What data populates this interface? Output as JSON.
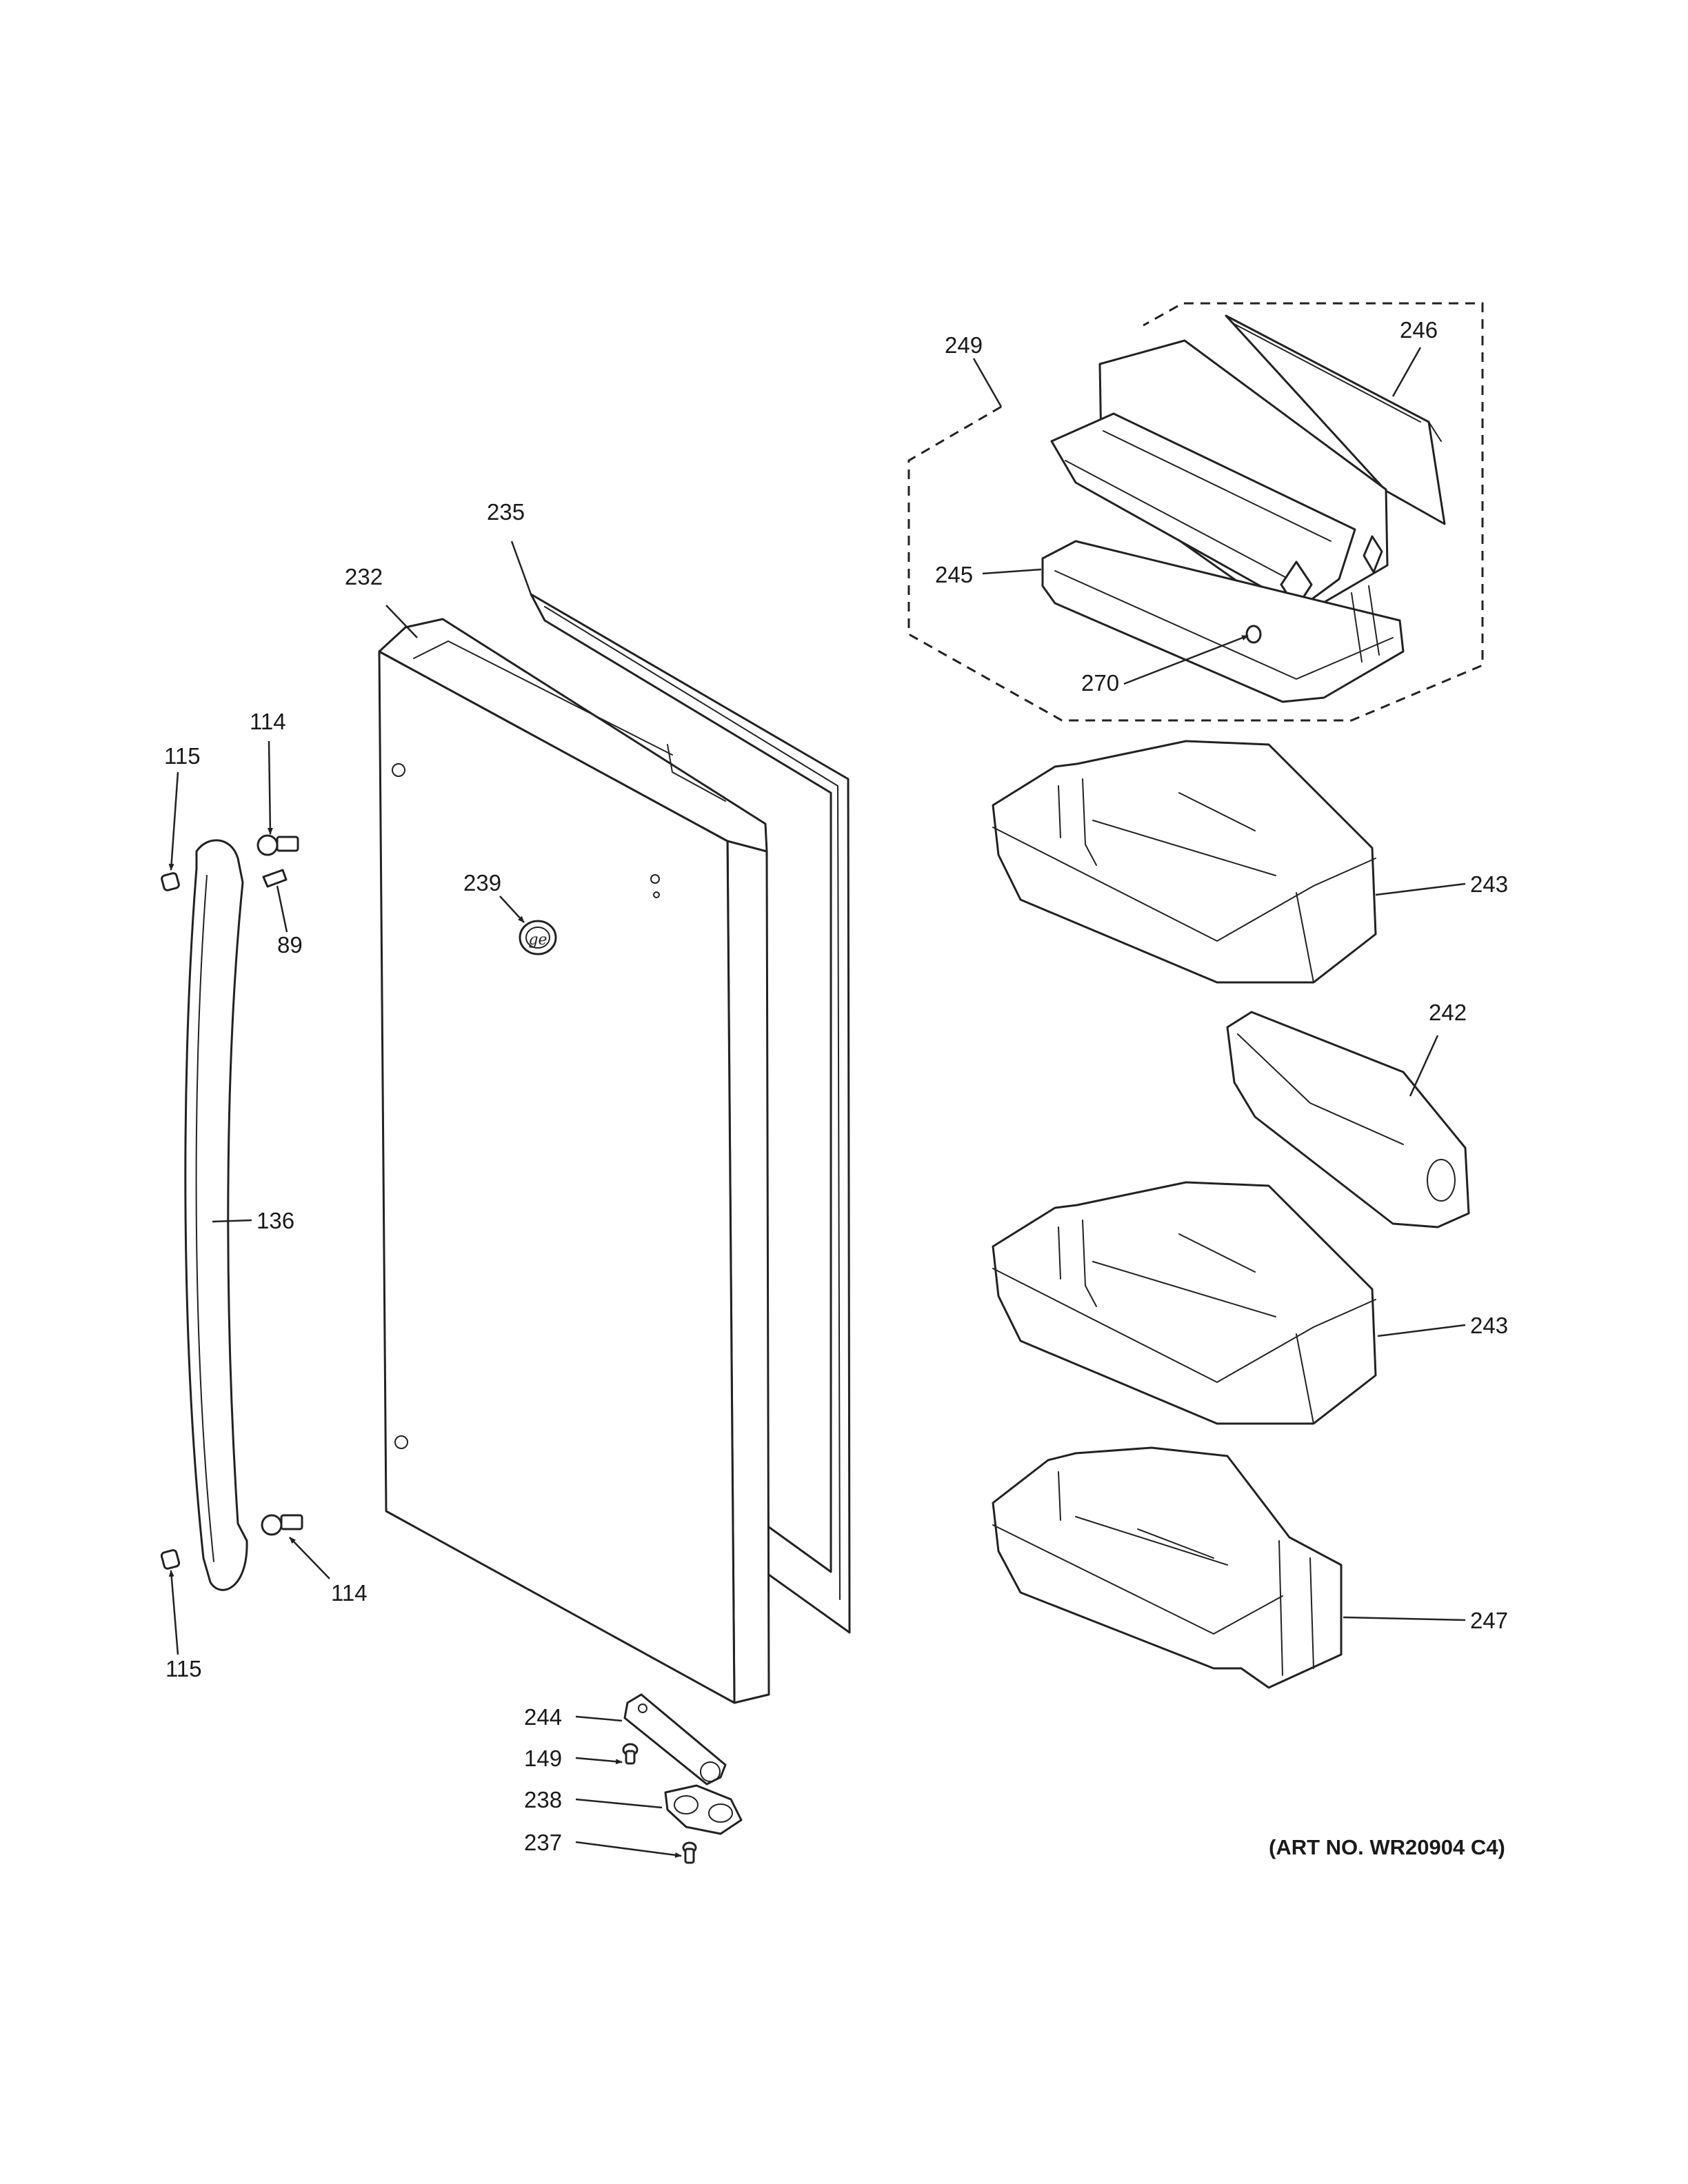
{
  "diagram": {
    "art_number": "(ART NO. WR20904 C4)",
    "callouts": {
      "c249": "249",
      "c246": "246",
      "c245": "245",
      "c270": "270",
      "c235": "235",
      "c232": "232",
      "c239": "239",
      "c114_top": "114",
      "c115_top": "115",
      "c89": "89",
      "c136": "136",
      "c114_bottom": "114",
      "c115_bottom": "115",
      "c243_top": "243",
      "c242": "242",
      "c243_bottom": "243",
      "c247": "247",
      "c244": "244",
      "c149": "149",
      "c238": "238",
      "c237": "237"
    }
  }
}
